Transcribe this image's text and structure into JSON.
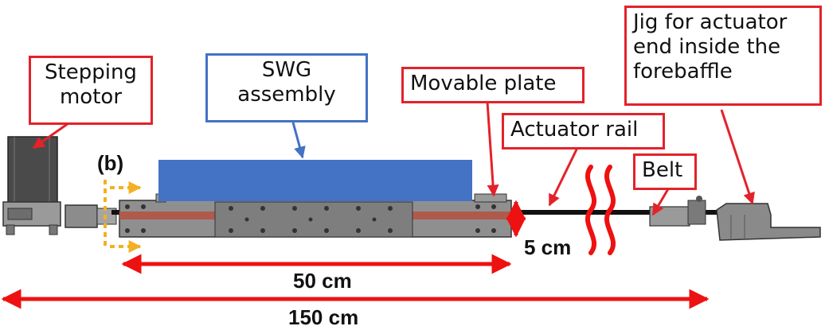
{
  "labels": {
    "stepping_motor": "Stepping\nmotor",
    "swg_assembly": "SWG\nassembly",
    "movable_plate": "Movable plate",
    "actuator_rail": "Actuator rail",
    "jig": "Jig for actuator\nend inside the\nforebaffle",
    "belt": "Belt",
    "panel_b": "(b)"
  },
  "dimensions": {
    "rail_gap": "5 cm",
    "span_50": "50 cm",
    "span_150": "150 cm"
  },
  "colors": {
    "callout_border": "#e3222a",
    "swg_blue": "#4472c4",
    "arrow_red": "#ee1111",
    "dashed_yellow": "#f4b022"
  }
}
